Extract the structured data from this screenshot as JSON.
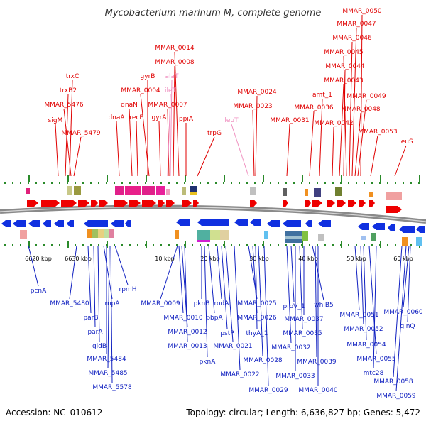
{
  "title": "Mycobacterium marinum M, complete genome",
  "footer": {
    "accession": "Accession: NC_010612",
    "summary": "Topology: circular; Length: 6,636,827 bp; Genes: 5,472"
  },
  "colors": {
    "forward_label": "#e00000",
    "reverse_label": "#1020c0",
    "rna_label": "#f090c0",
    "forward_arrow": "#ee0000",
    "reverse_arrow": "#1030e0",
    "backbone": "#8a8a8a",
    "tick": "#2a8a2a"
  },
  "scale_labels": [
    "6620 kbp",
    "6630 kbp",
    "10 kbp",
    "20 kbp",
    "30 kbp",
    "40 kbp",
    "50 kbp",
    "60 kbp"
  ],
  "top_labels": [
    "sigM",
    "trxB2",
    "trxC",
    "MMAR_5476",
    "MMAR_5479",
    "dnaA",
    "dnaN",
    "recF",
    "gyrB",
    "MMAR_0004",
    "gyrA",
    "MMAR_0007",
    "MMAR_0008",
    "alaT",
    "ileT",
    "MMAR_0014",
    "ppiA",
    "trpG",
    "leuT",
    "MMAR_0024",
    "MMAR_0023",
    "MMAR_0031",
    "MMAR_0036",
    "amt_1",
    "MMAR_0042",
    "MMAR_0043",
    "MMAR_0044",
    "MMAR_0045",
    "MMAR_0046",
    "MMAR_0047",
    "MMAR_0048",
    "MMAR_0049",
    "MMAR_0050",
    "MMAR_0053",
    "leuS"
  ],
  "bottom_labels": [
    "pcnA",
    "MMAR_5480",
    "parB",
    "parA",
    "gidB",
    "rnpA",
    "rpmH",
    "MMAR_5484",
    "MMAR_5485",
    "MMAR_5578",
    "MMAR_0009",
    "MMAR_0010",
    "MMAR_0012",
    "MMAR_0013",
    "pknB",
    "pbpA",
    "pknA",
    "rodA",
    "pstP",
    "MMAR_0021",
    "MMAR_0022",
    "MMAR_0025",
    "MMAR_0026",
    "thyA_1",
    "MMAR_0028",
    "MMAR_0029",
    "proV_1",
    "MMAR_0032",
    "MMAR_0033",
    "MMAR_0035",
    "MMAR_0037",
    "whiB5",
    "MMAR_0039",
    "MMAR_0040",
    "MMAR_0051",
    "MMAR_0052",
    "MMAR_0054",
    "MMAR_0055",
    "mtc28",
    "MMAR_0058",
    "MMAR_0059",
    "MMAR_0060",
    "glnQ"
  ]
}
